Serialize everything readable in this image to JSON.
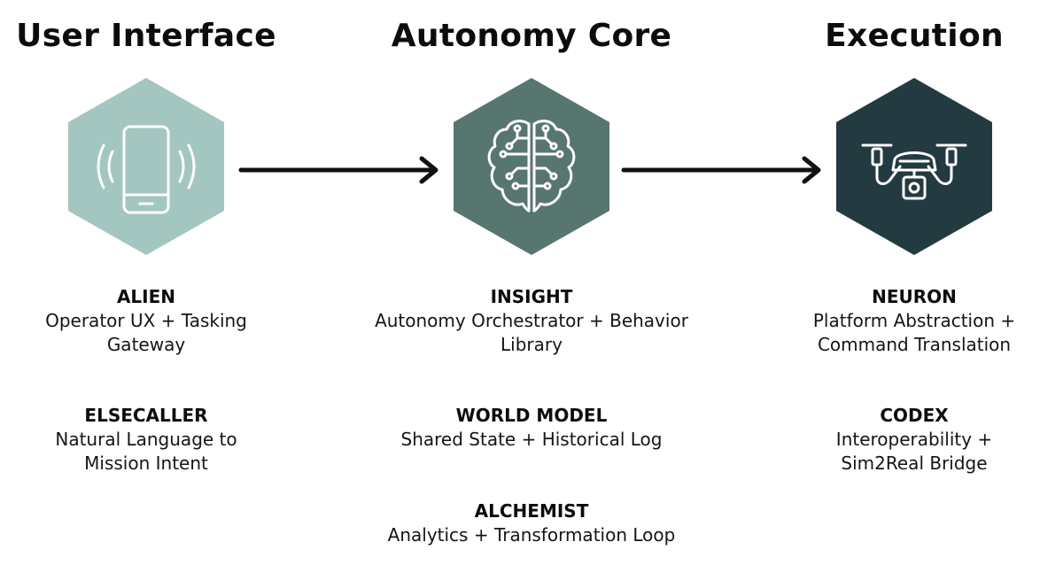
{
  "columns": [
    {
      "title": "User Interface",
      "icon": "smartphone-signal-icon",
      "hex_color": "#a3c6c0",
      "items": [
        {
          "name": "ALIEN",
          "lines": [
            "Operator UX + Tasking",
            "Gateway"
          ]
        },
        {
          "name": "ELSECALLER",
          "lines": [
            "Natural Language to",
            "Mission Intent"
          ]
        }
      ]
    },
    {
      "title": "Autonomy Core",
      "icon": "brain-circuit-icon",
      "hex_color": "#587670",
      "items": [
        {
          "name": "INSIGHT",
          "lines": [
            "Autonomy Orchestrator + Behavior",
            "Library"
          ]
        },
        {
          "name": "WORLD MODEL",
          "lines": [
            "Shared State + Historical Log"
          ]
        },
        {
          "name": "ALCHEMIST",
          "lines": [
            "Analytics + Transformation Loop"
          ]
        }
      ]
    },
    {
      "title": "Execution",
      "icon": "drone-camera-icon",
      "hex_color": "#233a40",
      "items": [
        {
          "name": "NEURON",
          "lines": [
            "Platform Abstraction +",
            "Command Translation"
          ]
        },
        {
          "name": "CODEX",
          "lines": [
            "Interoperability +",
            "Sim2Real Bridge"
          ]
        }
      ]
    }
  ],
  "arrow_color": "#111111",
  "icon_stroke_color": "#ffffff"
}
